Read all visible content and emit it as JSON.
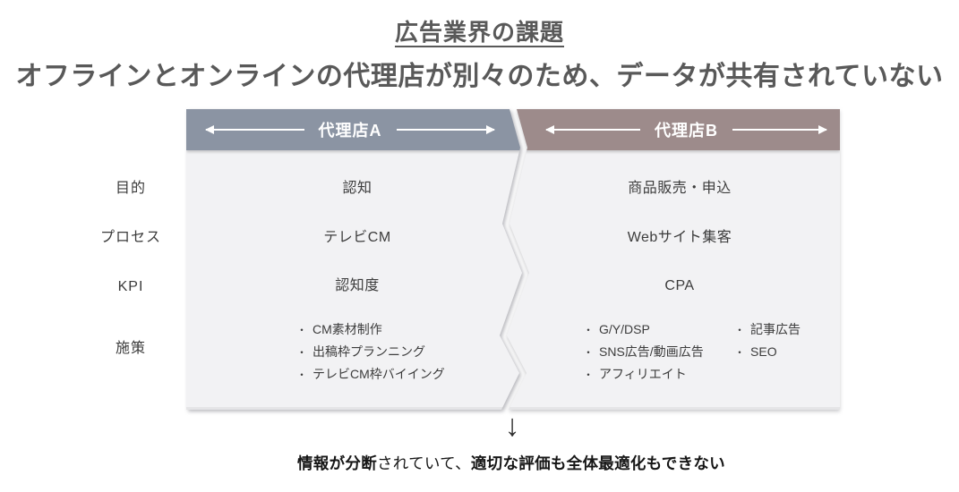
{
  "slide": {
    "title": "広告業界の課題",
    "subtitle": "オフラインとオンラインの代理店が別々のため、データが共有されていない"
  },
  "row_labels": {
    "purpose": "目的",
    "process": "プロセス",
    "kpi": "KPI",
    "measures": "施策"
  },
  "agency_a": {
    "name": "代理店A",
    "purpose": "認知",
    "process": "テレビCM",
    "kpi": "認知度",
    "measures": [
      "CM素材制作",
      "出稿枠プランニング",
      "テレビCM枠バイイング"
    ]
  },
  "agency_b": {
    "name": "代理店B",
    "purpose": "商品販売・申込",
    "process": "Webサイト集客",
    "kpi": "CPA",
    "measures_col1": [
      "G/Y/DSP",
      "SNS広告/動画広告",
      "アフィリエイト"
    ],
    "measures_col2": [
      "記事広告",
      "SEO"
    ]
  },
  "glyphs": {
    "bullet": "・",
    "down_arrow": "↓"
  },
  "conclusion": {
    "bold_1": "情報が分断",
    "normal_1": "されていて、",
    "bold_2": "適切な評価も全体最適化もできない"
  },
  "colors": {
    "header_a": "#8B94A3",
    "header_b": "#9D8B8B",
    "panel_body": "#F2F2F4",
    "page_background": "#FFFFFF"
  }
}
